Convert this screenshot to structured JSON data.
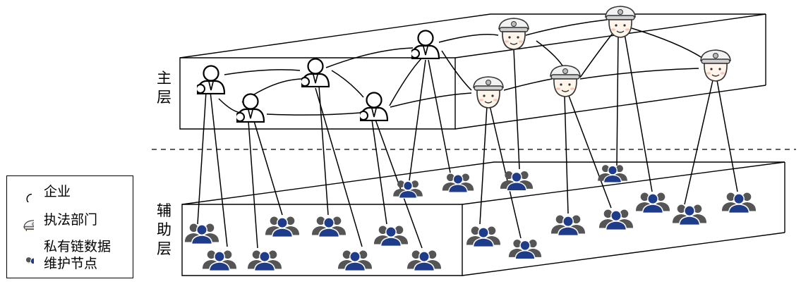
{
  "layers": {
    "main_label": [
      "主",
      "层"
    ],
    "aux_label": [
      "辅",
      "助",
      "层"
    ]
  },
  "legend": {
    "items": [
      {
        "icon": "enterprise-icon",
        "label": "企业"
      },
      {
        "icon": "law-enforcement-icon",
        "label": "执法部门"
      },
      {
        "icon": "private-chain-node-icon",
        "label": "私有链数据",
        "label2": "维护节点"
      }
    ]
  },
  "colors": {
    "node_blue": "#1f3c8a",
    "node_gray": "#555555",
    "line": "#000000"
  }
}
